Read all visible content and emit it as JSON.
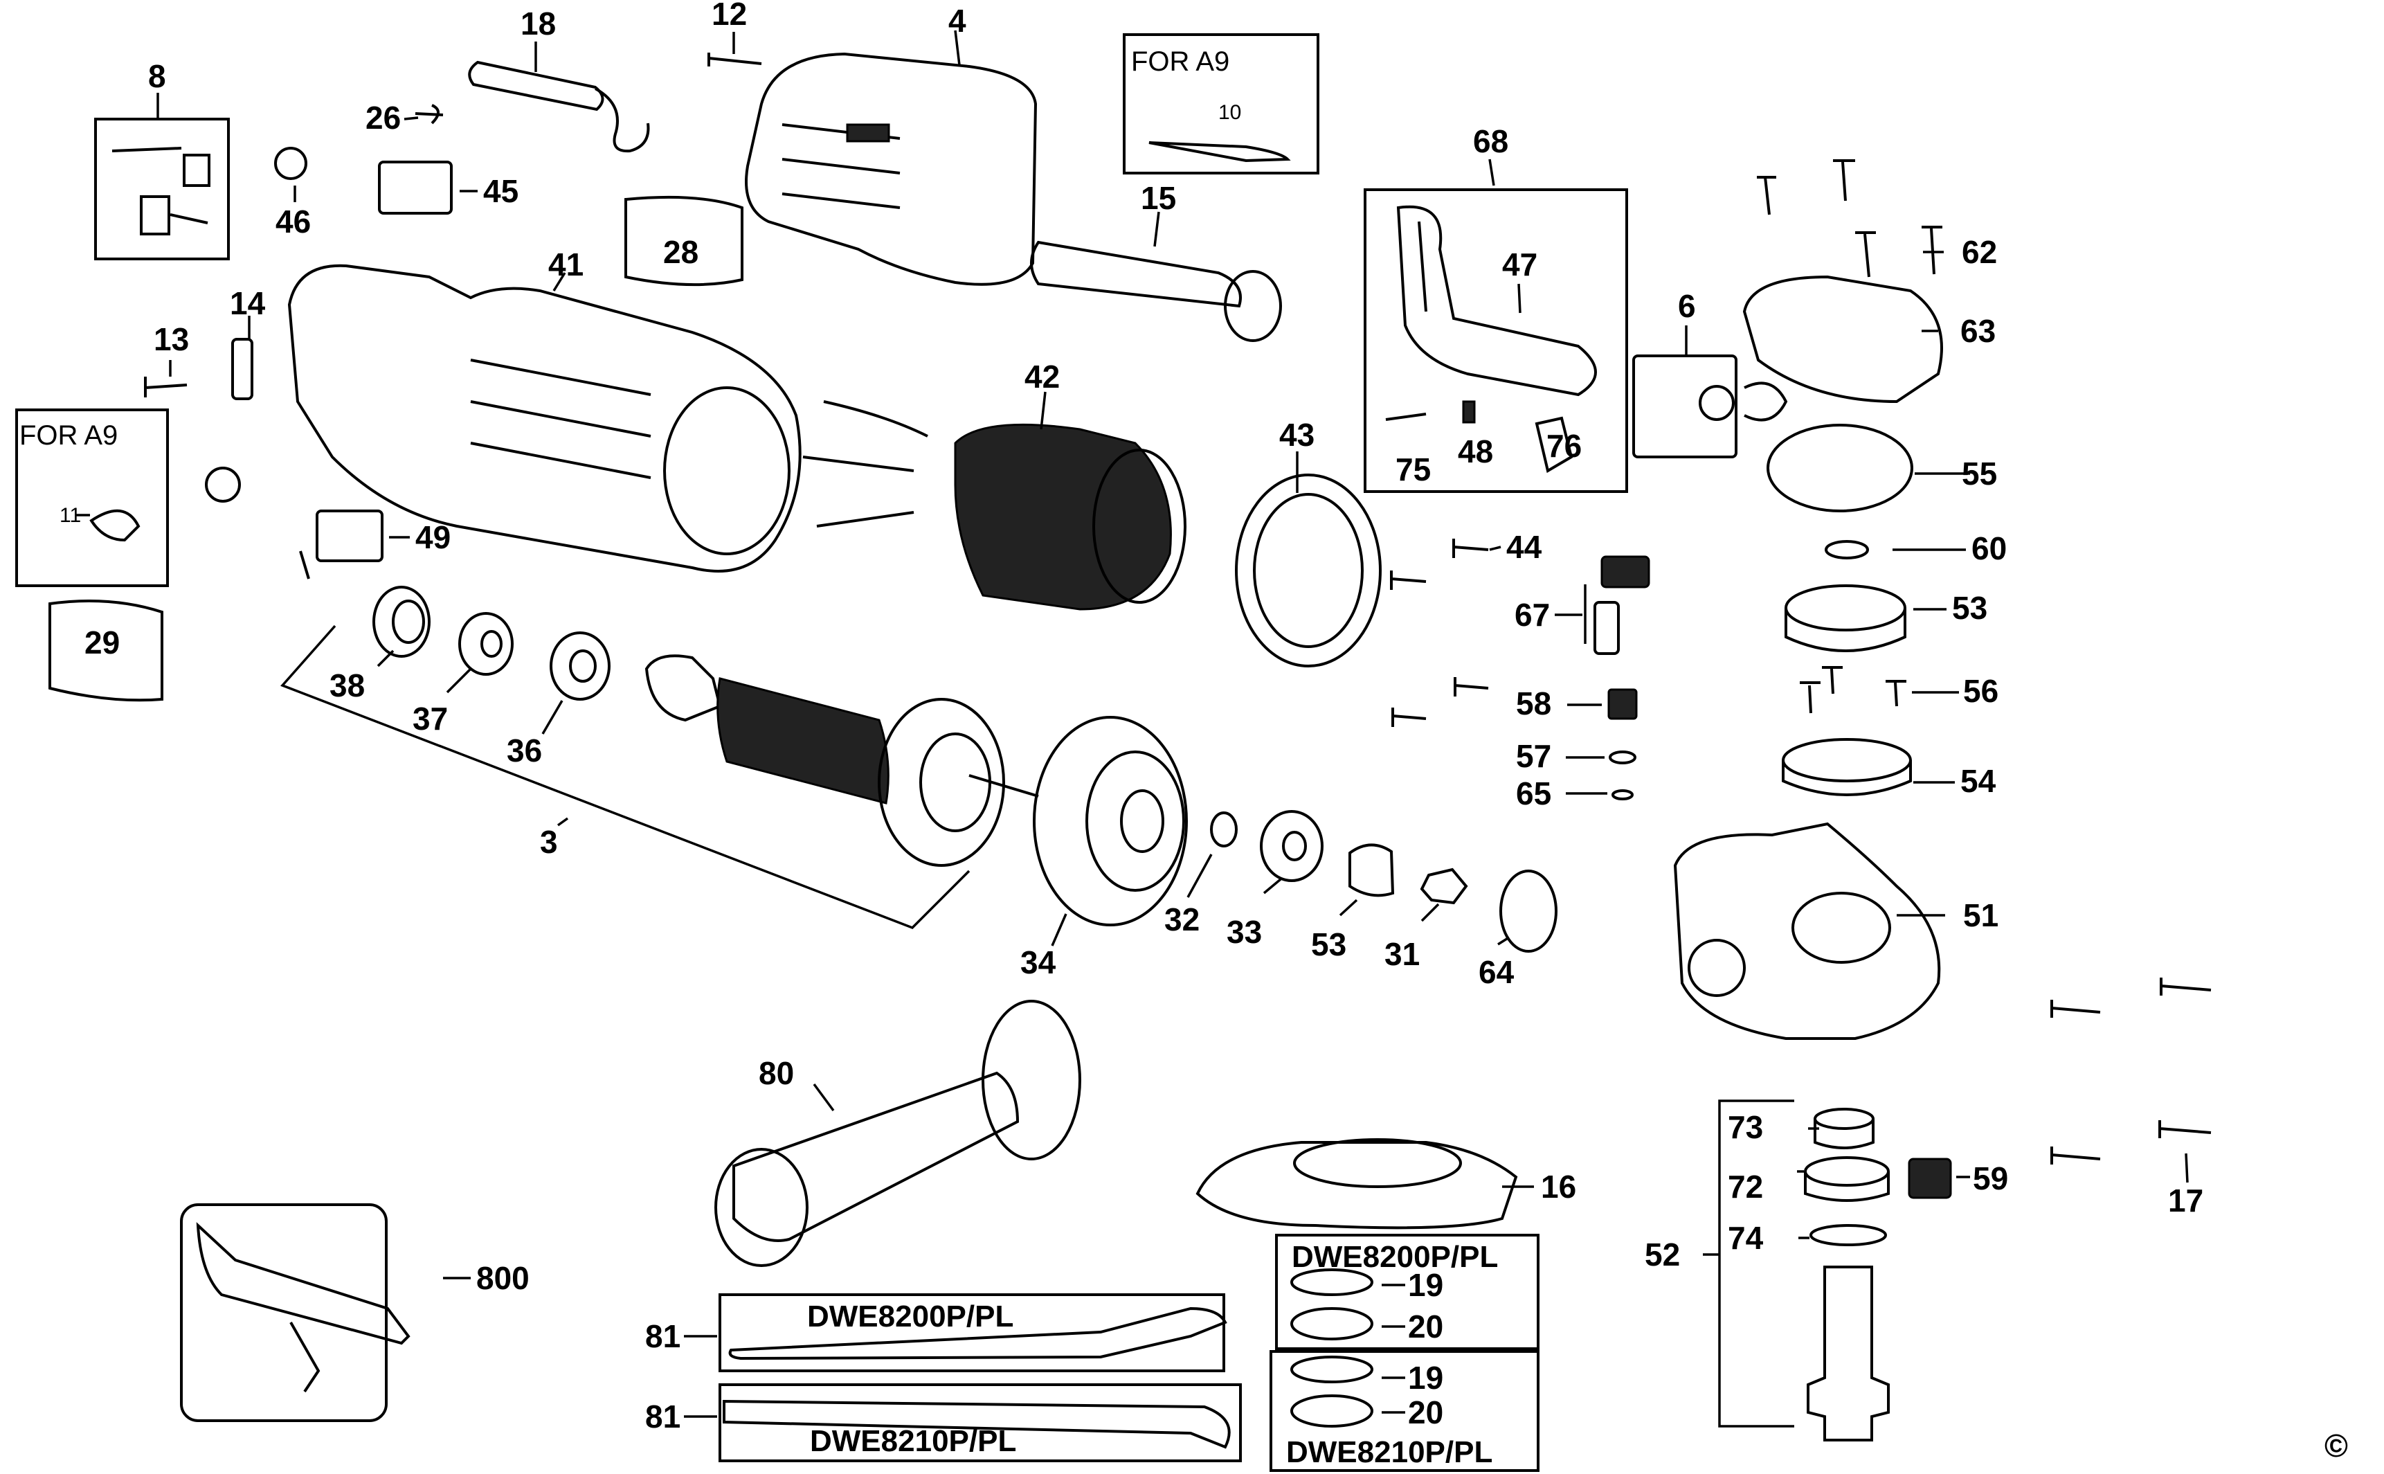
{
  "labels": {
    "l18": "18",
    "l12": "12",
    "l4": "4",
    "l8": "8",
    "l26": "26",
    "l46": "46",
    "l45": "45",
    "l28": "28",
    "l15": "15",
    "l68": "68",
    "l47": "47",
    "l62": "62",
    "l63": "63",
    "l6": "6",
    "l41": "41",
    "l14": "14",
    "l13": "13",
    "l42": "42",
    "l43": "43",
    "l75": "75",
    "l48": "48",
    "l76": "76",
    "l55": "55",
    "l11": "11",
    "l10": "10",
    "l49": "49",
    "l44": "44",
    "l60": "60",
    "l67": "67",
    "l53a": "53",
    "l29": "29",
    "l38": "38",
    "l37": "37",
    "l36": "36",
    "l58": "58",
    "l56": "56",
    "l57": "57",
    "l65": "65",
    "l54": "54",
    "l3": "3",
    "l34": "34",
    "l32": "32",
    "l33": "33",
    "l53b": "53",
    "l31": "31",
    "l64": "64",
    "l51": "51",
    "l80": "80",
    "l16": "16",
    "l73": "73",
    "l59": "59",
    "l72": "72",
    "l17": "17",
    "l74": "74",
    "l52": "52",
    "l800": "800",
    "l81a": "81",
    "l81b": "81",
    "l19a": "19",
    "l20a": "20",
    "l19b": "19",
    "l20b": "20"
  },
  "notes": {
    "for_a9_top": "FOR A9",
    "for_a9_left": "FOR A9"
  },
  "models": {
    "wrench_top": "DWE8200P/PL",
    "wrench_bottom": "DWE8210P/PL",
    "flange_top": "DWE8200P/PL",
    "flange_bottom": "DWE8210P/PL"
  },
  "copyright": "©"
}
